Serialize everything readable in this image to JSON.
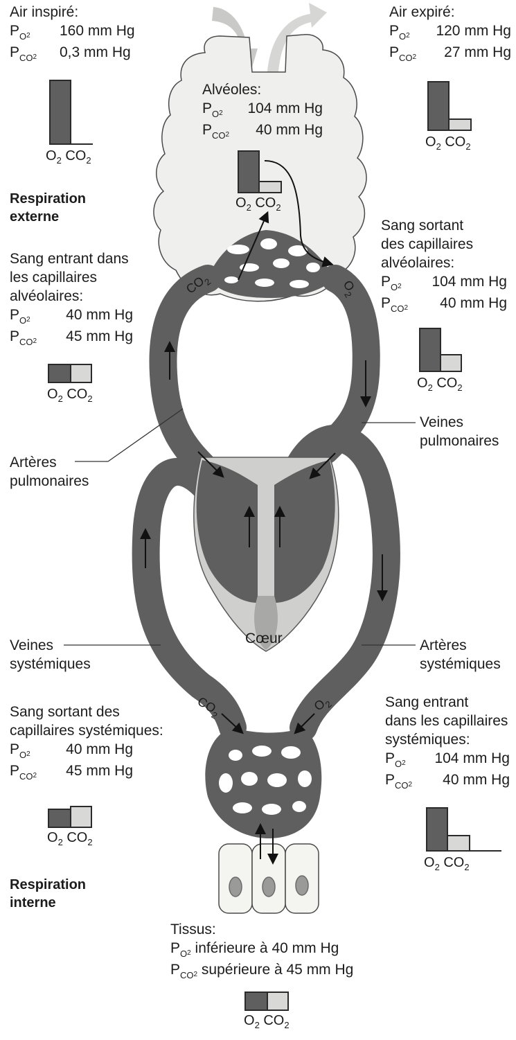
{
  "colors": {
    "vessel": "#5f5f60",
    "alveoli": "#efefee",
    "heart_outer": "#a8a8a6",
    "heart_lower": "#cfcfcd",
    "bar_o2": "#5f5f60",
    "bar_co2": "#d8d8d6",
    "cell": "#f4f4f0",
    "nucleus": "#9a9a98"
  },
  "p_symbol": "P",
  "o2_sub": "O",
  "co2_sub": "CO",
  "sub_digit": "2",
  "bar_labels": {
    "o2": "O",
    "co2": "CO",
    "digit": "2"
  },
  "air_inspire": {
    "title": "Air inspiré:",
    "po2": "160 mm Hg",
    "pco2": "0,3 mm Hg",
    "o2_level": 1.0,
    "co2_level": 0.0
  },
  "air_expire": {
    "title": "Air expiré:",
    "po2": "120 mm Hg",
    "pco2": "27 mm Hg",
    "o2_level": 1.0,
    "co2_level": 0.25
  },
  "alveoles": {
    "title": "Alvéoles:",
    "po2": "104 mm Hg",
    "pco2": "40 mm Hg",
    "o2_level": 1.0,
    "co2_level": 0.3
  },
  "resp_externe": {
    "line1": "Respiration",
    "line2": "externe"
  },
  "resp_interne": {
    "line1": "Respiration",
    "line2": "interne"
  },
  "sang_entrant_alv": {
    "line1": "Sang entrant dans",
    "line2": "les capillaires",
    "line3": "alvéolaires:",
    "po2": "40 mm Hg",
    "pco2": "45 mm Hg"
  },
  "sang_sortant_alv": {
    "line1": "Sang sortant",
    "line2": "des capillaires",
    "line3": "alvéolaires:",
    "po2": "104 mm Hg",
    "pco2": "40 mm Hg"
  },
  "sang_sortant_sys": {
    "line1": "Sang sortant des",
    "line2": "capillaires systémiques:",
    "po2": "40 mm Hg",
    "pco2": "45 mm Hg"
  },
  "sang_entrant_sys": {
    "line1": "Sang entrant",
    "line2": "dans les capillaires",
    "line3": "systémiques:",
    "po2": "104 mm Hg",
    "pco2": "40 mm Hg"
  },
  "tissus": {
    "title": "Tissus:",
    "po2": "inférieure à 40 mm Hg",
    "pco2": "supérieure à 45 mm Hg"
  },
  "labels": {
    "veines_pulm": {
      "line1": "Veines",
      "line2": "pulmonaires"
    },
    "arteres_pulm": {
      "line1": "Artères",
      "line2": "pulmonaires"
    },
    "veines_sys": {
      "line1": "Veines",
      "line2": "systémiques"
    },
    "arteres_sys": {
      "line1": "Artères",
      "line2": "systémiques"
    },
    "coeur": "Cœur"
  },
  "gas_labels": {
    "co2": "CO",
    "o2": "O",
    "digit": "2"
  }
}
